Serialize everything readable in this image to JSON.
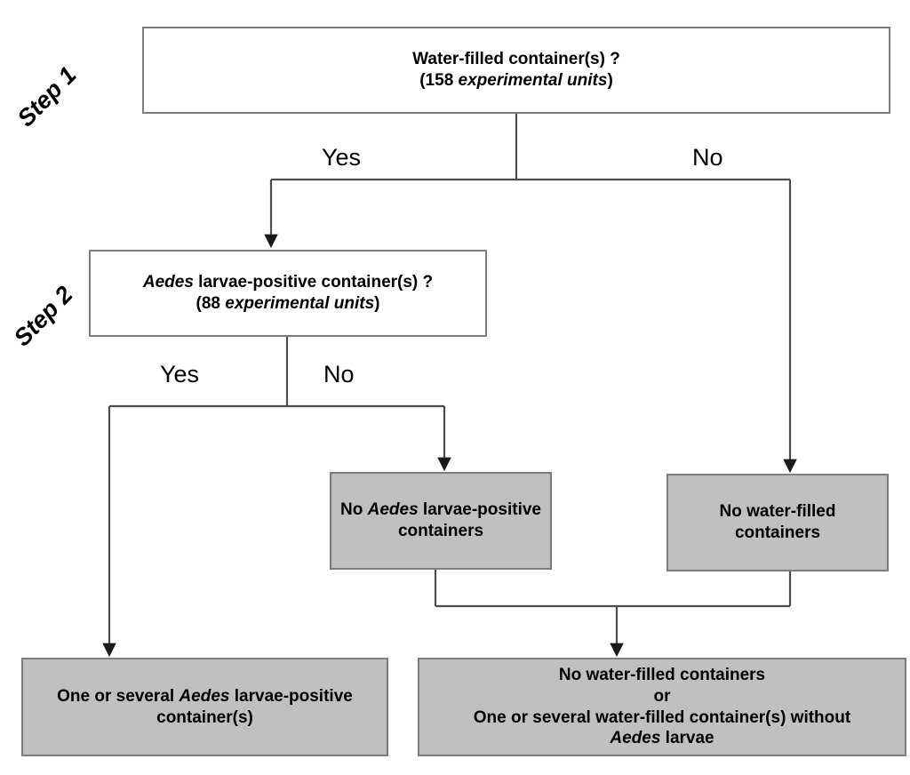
{
  "diagram": {
    "title": "Aedes larvae container decision flowchart",
    "background_color": "#ffffff",
    "box_border_color": "#7d7d7d",
    "terminal_fill_color": "#c0c0c0",
    "decision_fill_color": "#ffffff",
    "connector_color": "#4d4d4d"
  },
  "steps": [
    {
      "id": "step1",
      "label": "Step 1"
    },
    {
      "id": "step2",
      "label": "Step 2"
    }
  ],
  "nodes": {
    "step1_question": {
      "kind": "decision",
      "line1": "Water-filled container(s) ?",
      "line2_prefix": "(158 ",
      "line2_italic": "experimental units",
      "line2_suffix": ")"
    },
    "step2_question": {
      "kind": "decision",
      "line1_italic": "Aedes",
      "line1_rest": " larvae-positive container(s) ?",
      "line2_prefix": "(88 ",
      "line2_italic": "experimental units",
      "line2_suffix": ")"
    },
    "no_aedes_positive": {
      "kind": "terminal",
      "part1": "No ",
      "part_italic": "Aedes",
      "part2": " larvae-positive containers"
    },
    "no_water_filled": {
      "kind": "terminal",
      "text": "No water-filled containers"
    },
    "outcome_positive": {
      "kind": "terminal",
      "part1": "One or several ",
      "part_italic": "Aedes",
      "part2": " larvae-positive container(s)"
    },
    "outcome_negative": {
      "kind": "terminal",
      "line1": "No water-filled containers",
      "line2": "or",
      "line3": "One or several water-filled container(s) without",
      "line4_italic": "Aedes",
      "line4_rest": " larvae"
    }
  },
  "edge_labels": {
    "step1_yes": "Yes",
    "step1_no": "No",
    "step2_yes": "Yes",
    "step2_no": "No"
  }
}
